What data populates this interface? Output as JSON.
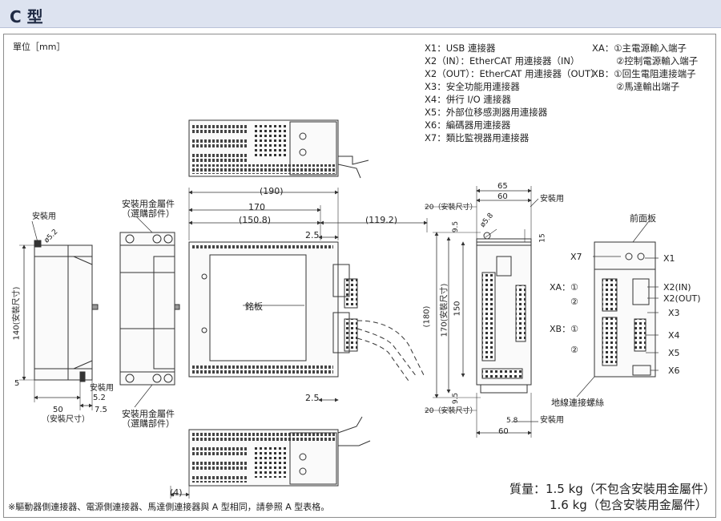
{
  "title": "C 型",
  "unit": "單位［mm］",
  "legend_left": [
    "X1：USB 連接器",
    "X2（IN）：EtherCAT 用連接器（IN）",
    "X2（OUT）：EtherCAT 用連接器（OUT）",
    "X3：安全功能用連接器",
    "X4：併行 I/O 連接器",
    "X5：外部位移感測器用連接器",
    "X6：編碼器用連接器",
    "X7：類比監視器用連接器"
  ],
  "legend_right": [
    "XA：①主電源輸入端子",
    "②控制電源輸入端子",
    "XB：①回生電阻連接端子",
    "②馬達輸出端子"
  ],
  "labels": {
    "mounting_bracket": "安裝用金屬件",
    "optional_part": "（選購部件）",
    "mounting": "安裝用",
    "mount_size": "（安裝尺寸）",
    "nameplate": "銘板",
    "front_panel": "前面板",
    "ground_screw": "地線連接螺絲",
    "xa": "XA：①",
    "xb": "XB：①",
    "circ2": "②",
    "x1": "X1",
    "x2in": "X2(IN)",
    "x2out": "X2(OUT)",
    "x3": "X3",
    "x4": "X4",
    "x5": "X5",
    "x6": "X6",
    "x7": "X7"
  },
  "dims": {
    "d190": "(190)",
    "d170": "170",
    "d150_8": "(150.8)",
    "d119_2": "(119.2)",
    "d2_5a": "2.5",
    "d2_5b": "2.5",
    "d4": "(4)",
    "d65": "65",
    "d60a": "60",
    "d60b": "60",
    "d20a": "20（安裝尺寸）",
    "d20b": "20（安裝尺寸）",
    "d9_5a": "9.5",
    "d9_5b": "9.5",
    "d15": "15",
    "d5_8": "5.8",
    "d5_8b": "ø5.8",
    "d180": "(180)",
    "d170v": "170(安裝尺寸)",
    "d150": "150",
    "d140": "140(安裝尺寸)",
    "d5": "5",
    "d50": "50",
    "d5_2a": "5.2",
    "d5_2b": "ø5.2",
    "d7_5": "7.5"
  },
  "mass": {
    "line1": "質量：1.5 kg（不包含安裝用金屬件）",
    "line2": "1.6 kg（包含安裝用金屬件）"
  },
  "note": "※驅動器側連接器、電源側連接器、馬達側連接器與 A 型相同，請參照 A 型表格。"
}
